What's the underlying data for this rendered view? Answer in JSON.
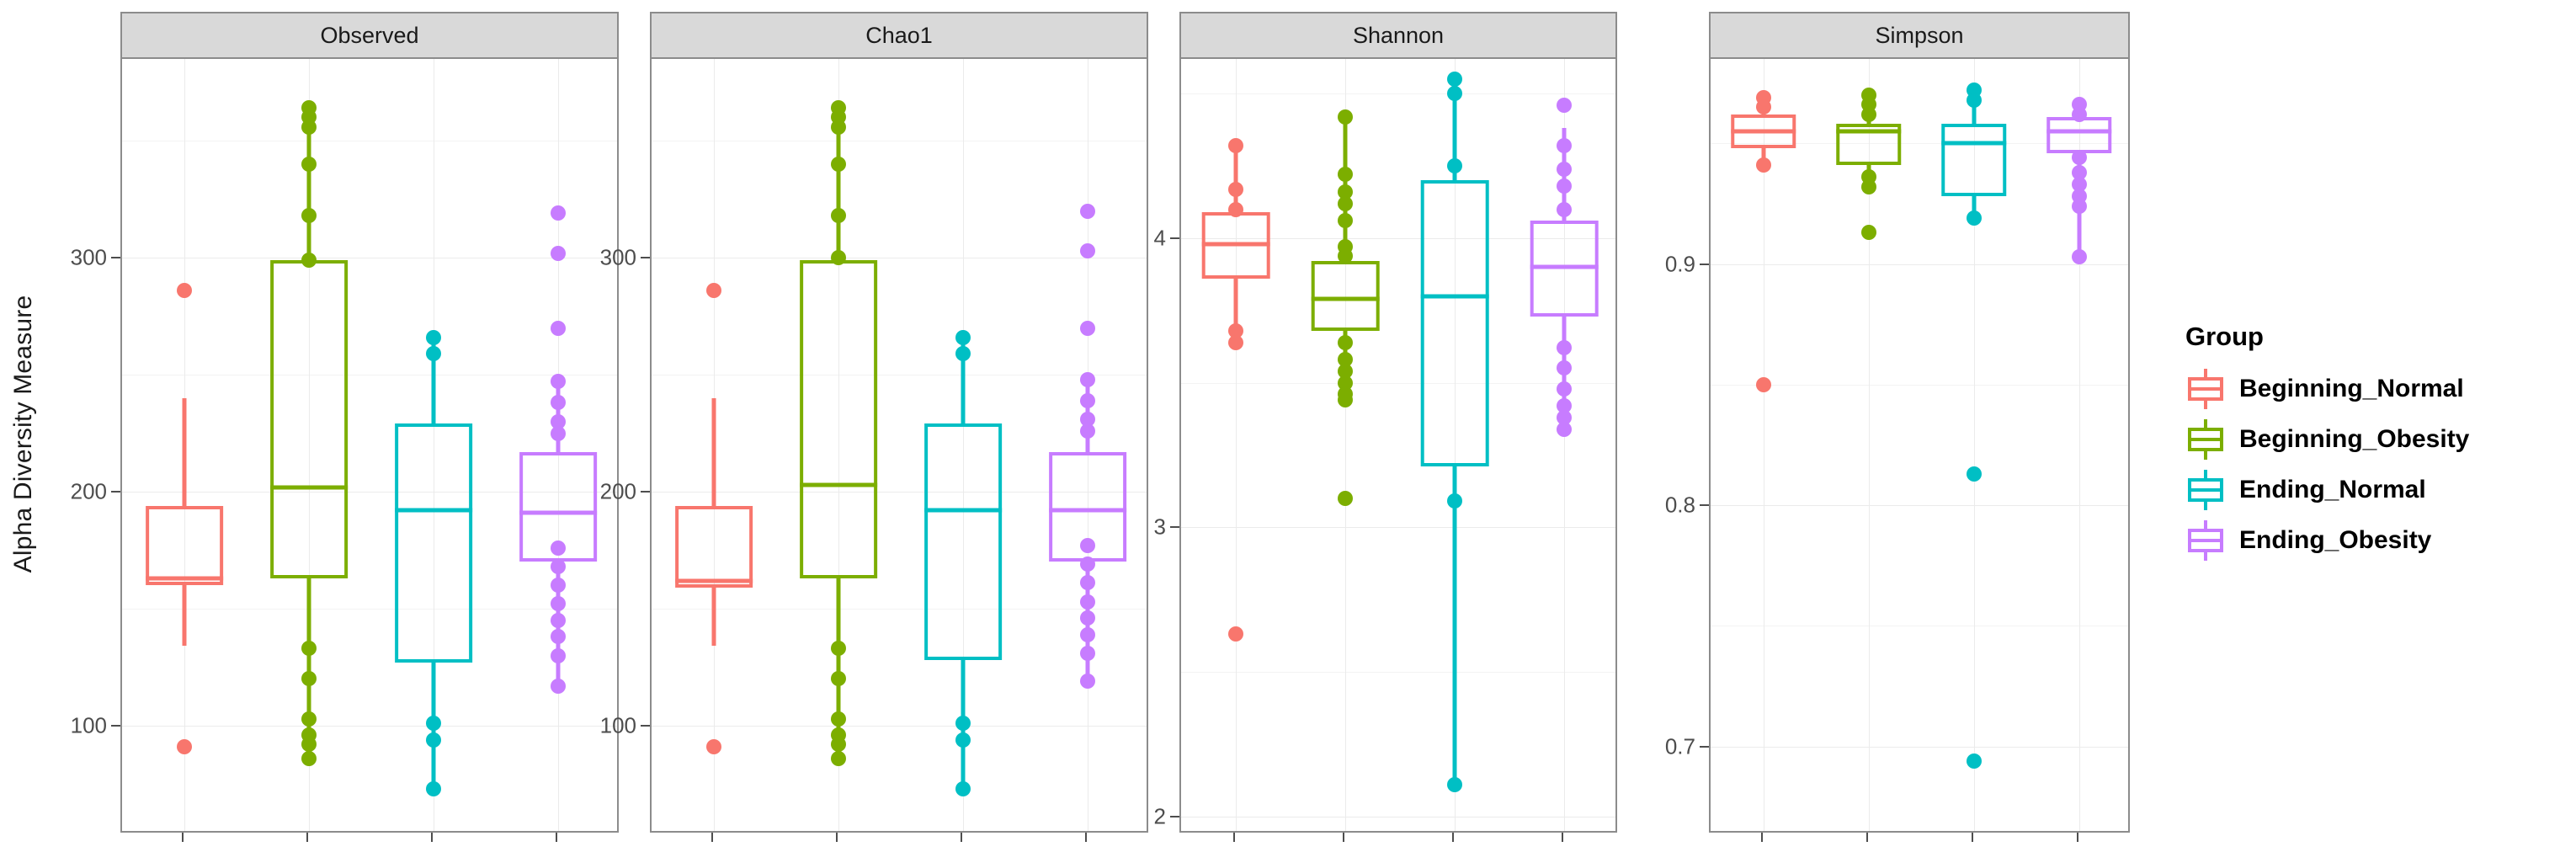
{
  "chart_data": {
    "type": "box",
    "title": "",
    "xlabel": "",
    "ylabel": "Alpha Diversity Measure",
    "grid": true,
    "legend_position": "right",
    "legend_title": "Group",
    "categories": [
      "Beginning_Normal",
      "Beginning_Obesity",
      "Ending_Normal",
      "Ending_Obesity"
    ],
    "colors": {
      "Beginning_Normal": "#F8766D",
      "Beginning_Obesity": "#7CAE00",
      "Ending_Normal": "#00BFC4",
      "Ending_Obesity": "#C77CFF"
    },
    "facets": [
      {
        "name": "Observed",
        "ylim": [
          55,
          385
        ],
        "yticks": [
          100,
          200,
          300
        ],
        "ytick_labels": [
          "100",
          "200",
          "300"
        ],
        "yminor": [
          150,
          250,
          350
        ],
        "boxes": [
          {
            "group": "Beginning_Normal",
            "lower_whisker": 134,
            "q1": 160,
            "median": 163,
            "q3": 194,
            "upper_whisker": 240,
            "outliers": [
              286,
              91
            ]
          },
          {
            "group": "Beginning_Obesity",
            "lower_whisker": 85,
            "q1": 163,
            "median": 202,
            "q3": 299,
            "upper_whisker": 362,
            "outliers": [
              364,
              360,
              356,
              340,
              318,
              299,
              133,
              120,
              103,
              96,
              92,
              86
            ]
          },
          {
            "group": "Ending_Normal",
            "lower_whisker": 73,
            "q1": 127,
            "median": 192,
            "q3": 229,
            "upper_whisker": 266,
            "outliers": [
              266,
              259,
              101,
              94,
              73
            ]
          },
          {
            "group": "Ending_Obesity",
            "lower_whisker": 117,
            "q1": 170,
            "median": 191,
            "q3": 217,
            "upper_whisker": 247,
            "outliers": [
              319,
              302,
              270,
              247,
              238,
              230,
              225,
              176,
              168,
              160,
              152,
              145,
              138,
              130,
              117
            ]
          }
        ]
      },
      {
        "name": "Chao1",
        "ylim": [
          55,
          385
        ],
        "yticks": [
          100,
          200,
          300
        ],
        "ytick_labels": [
          "100",
          "200",
          "300"
        ],
        "yminor": [
          150,
          250,
          350
        ],
        "boxes": [
          {
            "group": "Beginning_Normal",
            "lower_whisker": 134,
            "q1": 159,
            "median": 162,
            "q3": 194,
            "upper_whisker": 240,
            "outliers": [
              286,
              91
            ]
          },
          {
            "group": "Beginning_Obesity",
            "lower_whisker": 85,
            "q1": 163,
            "median": 203,
            "q3": 299,
            "upper_whisker": 362,
            "outliers": [
              364,
              360,
              356,
              340,
              318,
              300,
              133,
              120,
              103,
              96,
              92,
              86
            ]
          },
          {
            "group": "Ending_Normal",
            "lower_whisker": 73,
            "q1": 128,
            "median": 192,
            "q3": 229,
            "upper_whisker": 266,
            "outliers": [
              266,
              259,
              101,
              94,
              73
            ]
          },
          {
            "group": "Ending_Obesity",
            "lower_whisker": 119,
            "q1": 170,
            "median": 192,
            "q3": 217,
            "upper_whisker": 248,
            "outliers": [
              320,
              303,
              270,
              248,
              239,
              231,
              226,
              177,
              169,
              161,
              153,
              146,
              139,
              131,
              119
            ]
          }
        ]
      },
      {
        "name": "Shannon",
        "ylim": [
          1.95,
          4.62
        ],
        "yticks": [
          2,
          3,
          4
        ],
        "ytick_labels": [
          "2",
          "3",
          "4"
        ],
        "yminor": [
          2.5,
          3.5,
          4.5
        ],
        "boxes": [
          {
            "group": "Beginning_Normal",
            "lower_whisker": 3.64,
            "q1": 3.86,
            "median": 3.98,
            "q3": 4.09,
            "upper_whisker": 4.32,
            "outliers": [
              4.32,
              4.17,
              4.1,
              3.68,
              3.64,
              2.63
            ]
          },
          {
            "group": "Beginning_Obesity",
            "lower_whisker": 3.44,
            "q1": 3.68,
            "median": 3.79,
            "q3": 3.92,
            "upper_whisker": 4.42,
            "outliers": [
              4.42,
              4.22,
              4.16,
              4.12,
              4.06,
              3.97,
              3.94,
              3.64,
              3.58,
              3.54,
              3.5,
              3.46,
              3.44,
              3.1
            ]
          },
          {
            "group": "Ending_Normal",
            "lower_whisker": 2.11,
            "q1": 3.21,
            "median": 3.8,
            "q3": 4.2,
            "upper_whisker": 4.55,
            "outliers": [
              4.55,
              4.5,
              4.25,
              3.09,
              2.11
            ]
          },
          {
            "group": "Ending_Obesity",
            "lower_whisker": 3.33,
            "q1": 3.73,
            "median": 3.9,
            "q3": 4.06,
            "upper_whisker": 4.38,
            "outliers": [
              4.46,
              4.32,
              4.24,
              4.18,
              4.1,
              3.62,
              3.55,
              3.48,
              3.42,
              3.38,
              3.34
            ]
          }
        ]
      },
      {
        "name": "Simpson",
        "ylim": [
          0.665,
          0.985
        ],
        "yticks": [
          0.7,
          0.8,
          0.9
        ],
        "ytick_labels": [
          "0.7",
          "0.8",
          "0.9"
        ],
        "yminor": [
          0.75,
          0.85,
          0.95
        ],
        "boxes": [
          {
            "group": "Beginning_Normal",
            "lower_whisker": 0.941,
            "q1": 0.948,
            "median": 0.955,
            "q3": 0.962,
            "upper_whisker": 0.968,
            "outliers": [
              0.969,
              0.965,
              0.941,
              0.85
            ]
          },
          {
            "group": "Beginning_Obesity",
            "lower_whisker": 0.932,
            "q1": 0.941,
            "median": 0.955,
            "q3": 0.958,
            "upper_whisker": 0.968,
            "outliers": [
              0.97,
              0.966,
              0.962,
              0.936,
              0.932,
              0.913
            ]
          },
          {
            "group": "Ending_Normal",
            "lower_whisker": 0.919,
            "q1": 0.928,
            "median": 0.95,
            "q3": 0.958,
            "upper_whisker": 0.97,
            "outliers": [
              0.972,
              0.968,
              0.919,
              0.813,
              0.694
            ]
          },
          {
            "group": "Ending_Obesity",
            "lower_whisker": 0.903,
            "q1": 0.946,
            "median": 0.955,
            "q3": 0.961,
            "upper_whisker": 0.965,
            "outliers": [
              0.966,
              0.962,
              0.944,
              0.938,
              0.933,
              0.928,
              0.924,
              0.903
            ]
          }
        ]
      }
    ]
  },
  "ylabel": "Alpha Diversity Measure",
  "legend": {
    "title": "Group",
    "items": [
      {
        "label": "Beginning_Normal",
        "color": "#F8766D"
      },
      {
        "label": "Beginning_Obesity",
        "color": "#7CAE00"
      },
      {
        "label": "Ending_Normal",
        "color": "#00BFC4"
      },
      {
        "label": "Ending_Obesity",
        "color": "#C77CFF"
      }
    ]
  },
  "panels": [
    {
      "title": "Observed"
    },
    {
      "title": "Chao1"
    },
    {
      "title": "Shannon"
    },
    {
      "title": "Simpson"
    }
  ]
}
